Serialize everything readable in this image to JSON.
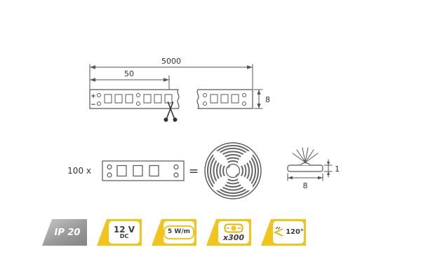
{
  "diagram": {
    "dim_total_length": "5000",
    "dim_segment_length": "50",
    "dim_strip_width": "8",
    "polarity_plus": "+",
    "polarity_minus": "−",
    "multiplier": "100 x",
    "equals": "=",
    "profile_height": "1",
    "profile_width": "8"
  },
  "badges": {
    "ip_rating": "IP 20",
    "voltage": "12 V",
    "current_type": "DC",
    "power": "5 W/m",
    "led_count": "x300",
    "beam_angle": "120°"
  },
  "icons": [
    "scissors-icon",
    "reel-top-view-icon",
    "led-strip-profile-icon",
    "led-chip-icon",
    "beam-angle-icon"
  ],
  "colors": {
    "accent_yellow": "#f2c51d",
    "badge_gray": "#9a9a9a",
    "line_color": "#555555",
    "text_dark": "#3c3c3c"
  }
}
